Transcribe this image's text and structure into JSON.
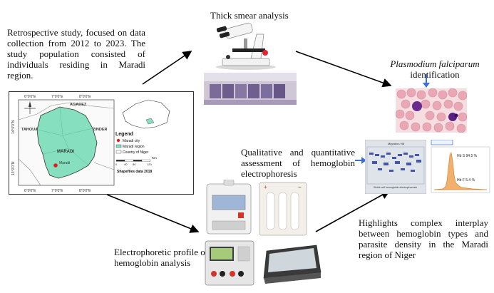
{
  "texts": {
    "retrospective": "Retrospective study, focused on data collection from 2012 to 2023. The study population consisted of individuals residing in Maradi region.",
    "thick_smear": "Thick smear analysis",
    "plasmodium_italic": "Plasmodium falciparum",
    "identification": "identification",
    "qualitative": "Qualitative and quantitative assessment of hemoglobin electrophoresis",
    "highlights": "Highlights complex interplay between hemoglobin types and parasite density in the Maradi region of Niger",
    "electrophoretic": "Electrophoretic profile of hemoglobin analysis"
  },
  "map": {
    "regions": {
      "agadez": "AGADEZ",
      "tahoua": "TAHOUA",
      "zinder": "ZINDER",
      "maradi": "MARADI"
    },
    "city_label": "Maradi",
    "legend": {
      "title": "Legend",
      "items": [
        "Maradi city",
        "Maradi region",
        "Country of Niger"
      ],
      "source": "Shapefiles data 2018",
      "scale_unit": "Km",
      "scale_ticks": [
        "0",
        "40",
        "80",
        "120"
      ]
    },
    "lon_ticks": [
      "6°0'0\"E",
      "7°0'0\"E",
      "8°0'0\"E"
    ],
    "lat_ticks": [
      "14°0'0\"N",
      "13°0'0\"N"
    ],
    "colors": {
      "region_fill": "#86e0c0",
      "city_dot": "#e31a1c"
    }
  },
  "gel": {
    "title": "Migration HB",
    "footer": "Sickle cell hemoglobin electrophoresis"
  },
  "chart": {
    "label_a": "Hb S 94.5 %",
    "label_f": "Hb F 5.4 %"
  }
}
